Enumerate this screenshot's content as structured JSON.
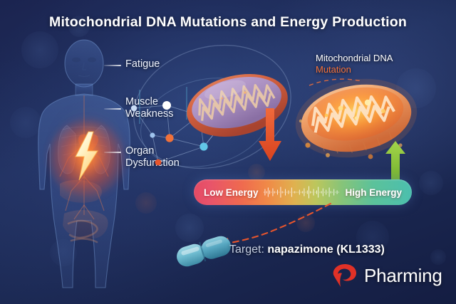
{
  "page": {
    "title": "Mitochondrial DNA Mutations and Energy Production",
    "background_colors": {
      "navy_dark": "#141d42",
      "navy_mid": "#1b2450",
      "navy_light": "#20305e"
    }
  },
  "symptoms": {
    "items": [
      {
        "label": "Fatigue"
      },
      {
        "label": "Muscle\nWeakness"
      },
      {
        "label": "Organ\nDysfunction"
      }
    ]
  },
  "annotation": {
    "line1": "Mitochondrial DNA",
    "line2": "Mutation",
    "line1_color": "#ffffff",
    "line2_color": "#f2703a"
  },
  "energy": {
    "low_label": "Low Energy",
    "high_label": "High Energy",
    "gradient_start": "#e44a64",
    "gradient_end": "#4bbfae"
  },
  "arrows": {
    "down_arrow_color": "#e8552c",
    "up_arrow_color": "#8dc63f",
    "dashed_arrow_color": "#e8552c"
  },
  "target": {
    "prefix": "Target: ",
    "drug": "napazimone (KL1333)"
  },
  "logo": {
    "name": "Pharming",
    "mark_color": "#e03127",
    "text_color": "#ffffff"
  },
  "mitochondria": {
    "left": {
      "state": "normal",
      "body_color": "#a98fc0",
      "membrane_color": "#d4613f"
    },
    "right": {
      "state": "energized",
      "body_color": "#f2a05a",
      "membrane_color": "#e87a3a"
    }
  },
  "network": {
    "nodes": [
      {
        "color": "#ffffff"
      },
      {
        "color": "#f0713a"
      },
      {
        "color": "#62c8e8"
      },
      {
        "color": "#6fc46a"
      },
      {
        "color": "#8fb8e0"
      },
      {
        "color": "#e8552c"
      }
    ]
  }
}
